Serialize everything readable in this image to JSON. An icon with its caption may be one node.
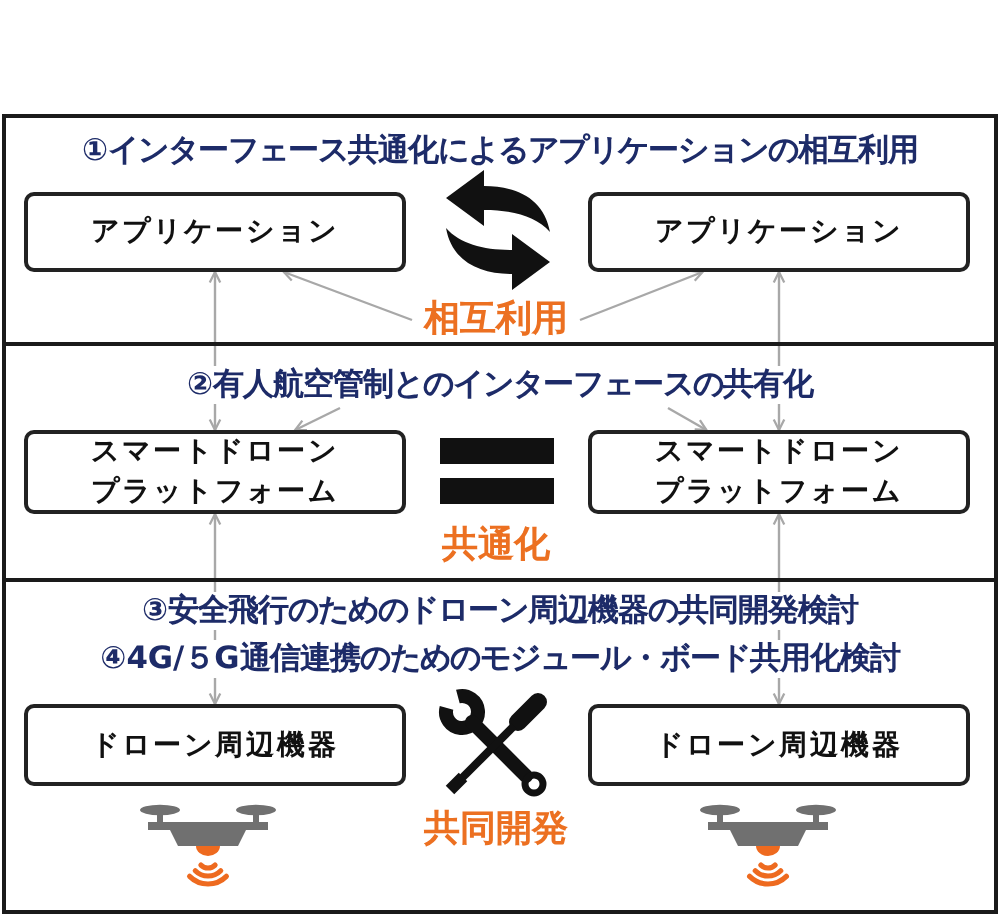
{
  "diagram": {
    "nodes": [
      {
        "text": [
          "①インターフェース共通化によるアプリケーションの相互利用"
        ]
      },
      {
        "text": [
          "アプリケーション"
        ],
        "in": 0
      },
      {
        "text": [
          "アプリケーション"
        ],
        "in": 0
      },
      {
        "text": [
          "相互利用"
        ],
        "in": 0
      },
      {
        "text": [
          "②有人航空管制とのインターフェースの共有化"
        ]
      },
      {
        "text": [
          "スマートドローンプラットフォーム"
        ],
        "in": 4
      },
      {
        "text": [
          "スマートドローンプラットフォーム"
        ],
        "in": 4
      },
      {
        "text": [
          "③安全飛行のためのドローン周辺機器の共同開発検討",
          "④4G/５G通信連携のためのモジュール・ボード共用化検討"
        ]
      },
      {
        "text": [
          "ドローン周辺機器"
        ],
        "in": 7
      },
      {
        "text": [
          "ドローン周辺機器"
        ],
        "in": 7
      }
    ],
    "edges": [
      {
        "from": 3,
        "to": 1,
        "arrow": "to"
      },
      {
        "from": 3,
        "to": 2,
        "arrow": "to"
      },
      {
        "from": 1,
        "to": 5,
        "arrow": "both"
      },
      {
        "from": 2,
        "to": 6,
        "arrow": "both"
      },
      {
        "from": null,
        "to": 5,
        "arrow": "to"
      },
      {
        "from": null,
        "to": 6,
        "arrow": "to"
      },
      {
        "from": 5,
        "to": 8,
        "arrow": "both"
      },
      {
        "from": 6,
        "to": 9,
        "arrow": "both"
      }
    ],
    "labels": [
      "共通化",
      "共同開発"
    ]
  }
}
